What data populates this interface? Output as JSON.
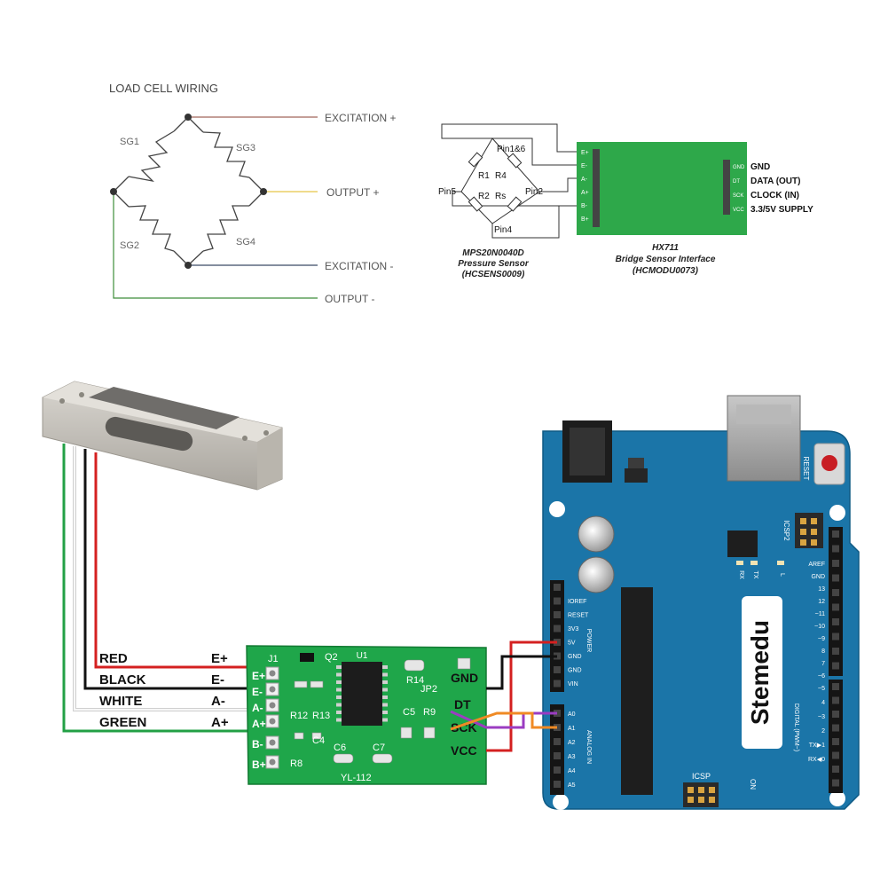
{
  "bridge": {
    "title": "LOAD CELL WIRING",
    "sg1": "SG1",
    "sg2": "SG2",
    "sg3": "SG3",
    "sg4": "SG4",
    "excitation_plus": "EXCITATION +",
    "excitation_minus": "EXCITATION -",
    "output_plus": "OUTPUT +",
    "output_minus": "OUTPUT -"
  },
  "sensor": {
    "pin1_6": "Pin1&6",
    "pin2": "Pin2",
    "pin4": "Pin4",
    "pin5": "Pin5",
    "r1": "R1",
    "r2": "R2",
    "r4": "R4",
    "rs": "Rs",
    "caption_line1": "MPS20N0040D",
    "caption_line2": "Pressure Sensor",
    "caption_line3": "(HCSENS0009)"
  },
  "hx711_module": {
    "pins_left": [
      "E+",
      "E-",
      "A-",
      "A+",
      "B-",
      "B+"
    ],
    "pins_right_short": [
      "GND",
      "DT",
      "SCK",
      "VCC"
    ],
    "pins_right_desc": [
      "GND",
      "DATA (OUT)",
      "CLOCK (IN)",
      "3.3/5V SUPPLY"
    ],
    "caption_line1": "HX711",
    "caption_line2": "Bridge Sensor Interface",
    "caption_line3": "(HCMODU0073)"
  },
  "wires": {
    "colors": [
      "RED",
      "BLACK",
      "WHITE",
      "GREEN"
    ],
    "pins": [
      "E+",
      "E-",
      "A-",
      "A+"
    ],
    "hex": {
      "red": "#d42020",
      "black": "#111111",
      "white": "#f4f4f4",
      "green": "#22a045",
      "orange": "#f08a24",
      "purple": "#9b3cc2"
    }
  },
  "board": {
    "chip_label": "U1",
    "silk": [
      "J1",
      "Q2",
      "R12",
      "R13",
      "C4",
      "R8",
      "C5",
      "R9",
      "C6",
      "C7",
      "JP2",
      "YL-112",
      "R14"
    ],
    "pins_left": [
      "E+",
      "E-",
      "A-",
      "A+",
      "B-",
      "B+"
    ],
    "pins_right": [
      "GND",
      "DT",
      "SCK",
      "VCC"
    ]
  },
  "arduino": {
    "brand": "Stemedu",
    "reset": "RESET",
    "icsp2": "ICSP2",
    "icsp": "ICSP",
    "on": "ON",
    "power_label": "POWER",
    "analog_label": "ANALOG IN",
    "digital_label": "DIGITAL (PWM~)",
    "leds": [
      "RX",
      "TX",
      "L"
    ],
    "power_pins": [
      "IOREF",
      "RESET",
      "3V3",
      "5V",
      "GND",
      "GND",
      "VIN"
    ],
    "analog_pins": [
      "A0",
      "A1",
      "A2",
      "A3",
      "A4",
      "A5"
    ],
    "digital_pins": [
      "AREF",
      "GND",
      "13",
      "12",
      "~11",
      "~10",
      "~9",
      "8",
      "7",
      "~6",
      "~5",
      "4",
      "~3",
      "2",
      "TX▶1",
      "RX◀0"
    ]
  }
}
